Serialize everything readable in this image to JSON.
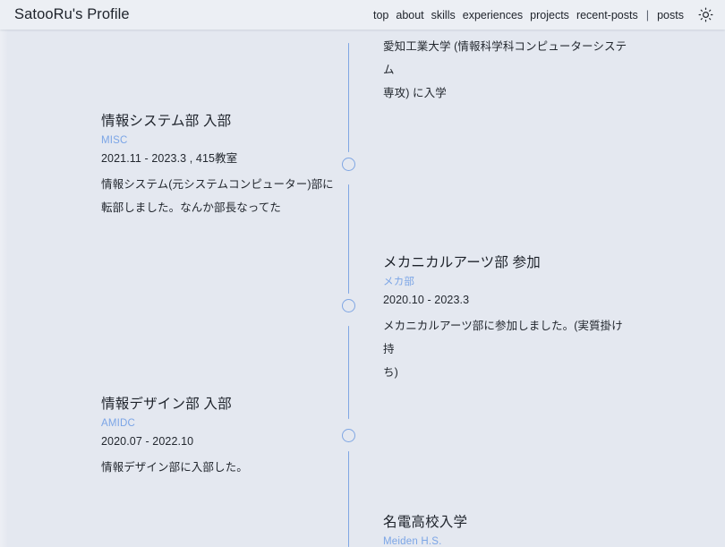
{
  "header": {
    "brand": "SatooRu's Profile",
    "nav": [
      {
        "label": "top",
        "name": "nav-top"
      },
      {
        "label": "about",
        "name": "nav-about"
      },
      {
        "label": "skills",
        "name": "nav-skills"
      },
      {
        "label": "experiences",
        "name": "nav-experiences"
      },
      {
        "label": "projects",
        "name": "nav-projects"
      },
      {
        "label": "recent-posts",
        "name": "nav-recent-posts"
      }
    ],
    "separator": "|",
    "nav_tail": {
      "label": "posts",
      "name": "nav-posts"
    },
    "theme_icon": "sun-icon"
  },
  "colors": {
    "background": "#e4e8f0",
    "header_background": "#eceff4",
    "accent_blue": "#7fa6e3",
    "subtitle_blue": "#7ba5e6",
    "text": "#23282f"
  },
  "timeline": {
    "entries": [
      {
        "id": "univ",
        "side": "right",
        "title": "",
        "subtitle": "",
        "date": "",
        "description_lines": [
          "愛知工業大学 (情報科学科コンピューターシステム",
          "専攻) に入学"
        ]
      },
      {
        "id": "misc",
        "side": "left",
        "title": "情報システム部 入部",
        "subtitle": "MISC",
        "date": "2021.11 - 2023.3 , 415教室",
        "description_lines": [
          "情報システム(元システムコンピューター)部に",
          "転部しました。なんか部長なってた"
        ]
      },
      {
        "id": "mecha",
        "side": "right",
        "title": "メカニカルアーツ部 参加",
        "subtitle": "メカ部",
        "date": "2020.10 - 2023.3",
        "description_lines": [
          "メカニカルアーツ部に参加しました。(実質掛け持",
          "ち)"
        ]
      },
      {
        "id": "amidc",
        "side": "left",
        "title": "情報デザイン部 入部",
        "subtitle": "AMIDC",
        "date": "2020.07 - 2022.10",
        "description_lines": [
          "情報デザイン部に入部した。"
        ]
      },
      {
        "id": "meiden",
        "side": "right",
        "title": "名電高校入学",
        "subtitle": "Meiden H.S.",
        "date": "",
        "description_lines": []
      }
    ]
  }
}
